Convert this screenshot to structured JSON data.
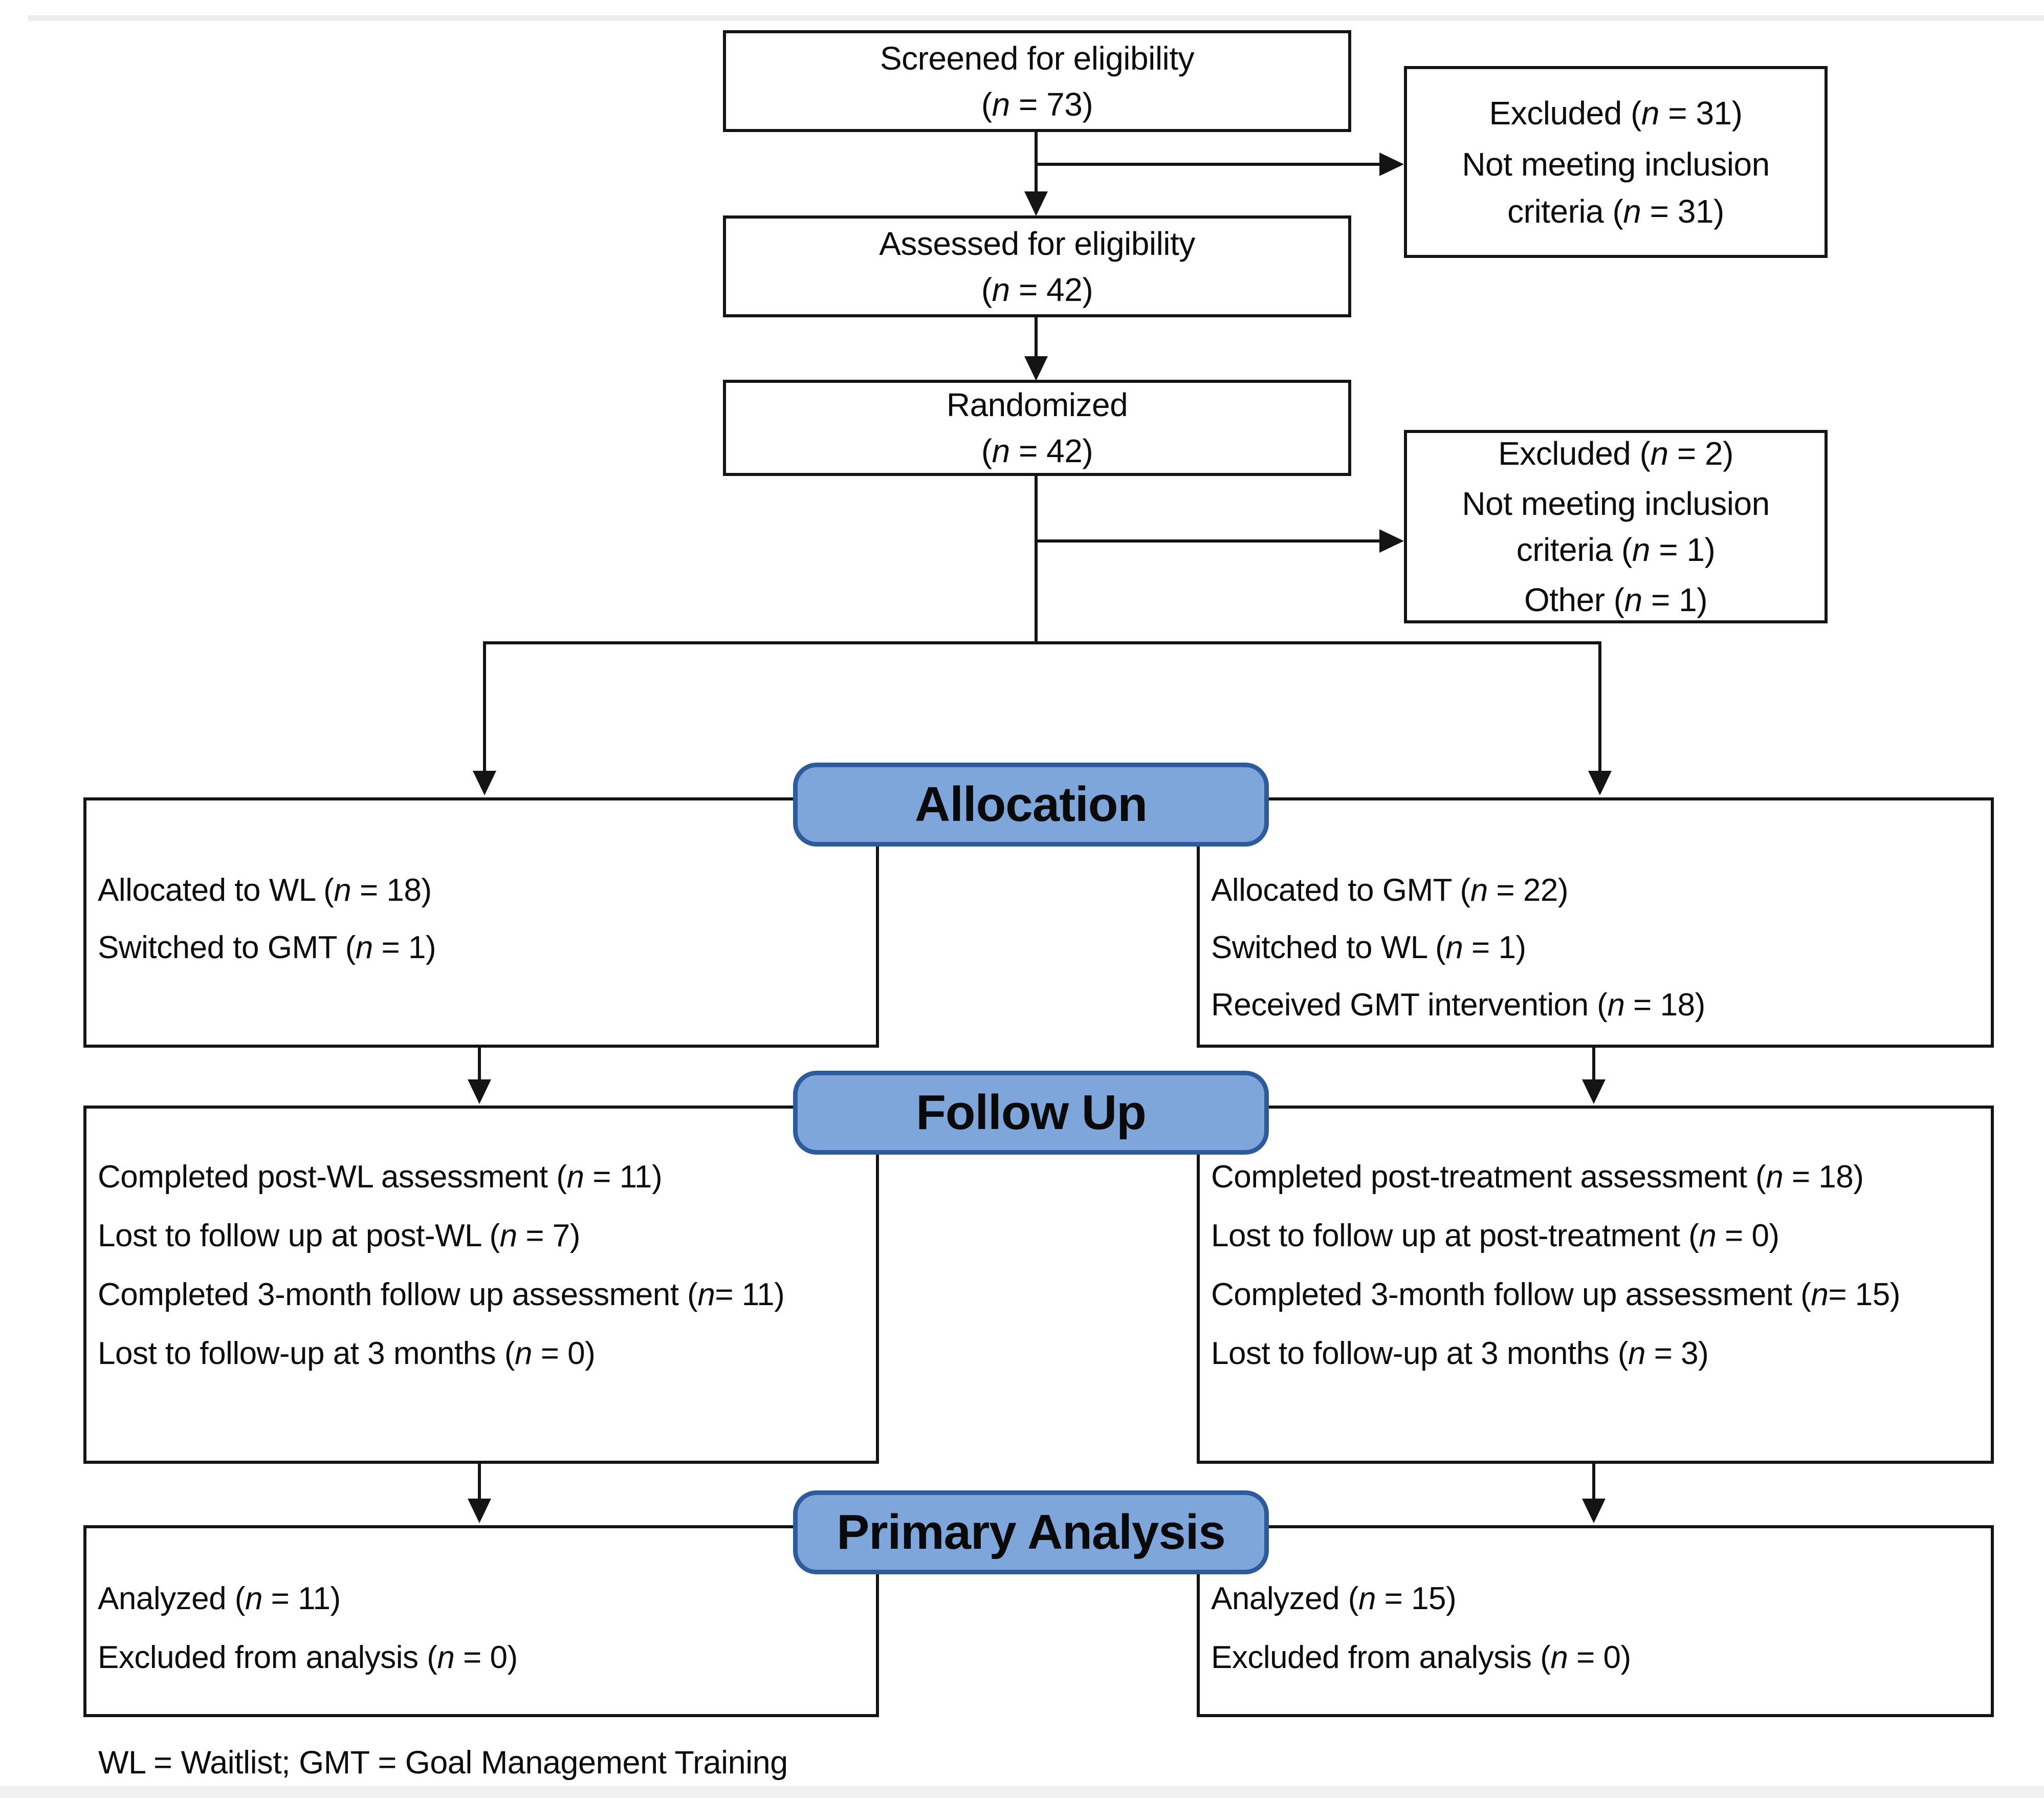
{
  "colors": {
    "header_fill": "#7EA6DB",
    "header_border": "#2E5B9B",
    "box_border": "#141414"
  },
  "flow": {
    "screened": {
      "line1": "Screened for eligibility",
      "line2": "(n = 73)"
    },
    "excluded1": {
      "line1": "Excluded (n = 31)",
      "line2": "Not meeting inclusion criteria (n = 31)"
    },
    "assessed": {
      "line1": "Assessed for eligibility",
      "line2": "(n = 42)"
    },
    "randomized": {
      "line1": "Randomized",
      "line2": "(n = 42)"
    },
    "excluded2": {
      "line1": "Excluded (n = 2)",
      "line2": "Not meeting inclusion criteria (n = 1)",
      "line3": "Other (n = 1)"
    },
    "headers": {
      "allocation": "Allocation",
      "follow_up": "Follow Up",
      "analysis": "Primary Analysis"
    },
    "wl": {
      "allocation": [
        "Allocated to WL (n = 18)",
        "Switched to GMT (n = 1)"
      ],
      "follow_up": [
        "Completed post-WL assessment (n = 11)",
        "Lost to follow up at post-WL (n = 7)",
        "Completed 3-month follow up assessment (n= 11)",
        "Lost to follow-up at 3 months (n = 0)"
      ],
      "analysis": [
        "Analyzed (n = 11)",
        "Excluded from analysis (n = 0)"
      ]
    },
    "gmt": {
      "allocation": [
        "Allocated to GMT (n = 22)",
        "Switched to WL (n = 1)",
        "Received GMT intervention (n = 18)"
      ],
      "follow_up": [
        "Completed post-treatment assessment (n = 18)",
        "Lost to follow up at post-treatment (n = 0)",
        "Completed 3-month follow up assessment (n= 15)",
        "Lost to follow-up at 3 months (n = 3)"
      ],
      "analysis": [
        "Analyzed (n = 15)",
        "Excluded from analysis (n = 0)"
      ]
    },
    "footnote": "WL = Waitlist; GMT = Goal Management Training"
  }
}
